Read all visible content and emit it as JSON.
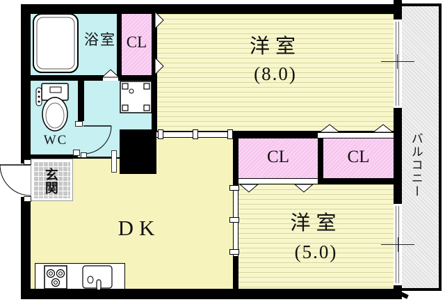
{
  "plan": {
    "rooms": {
      "bathroom": {
        "label": "浴室"
      },
      "closet_top": {
        "label": "CL"
      },
      "room8": {
        "label": "洋室",
        "size": "(8.0)"
      },
      "wc": {
        "label": "WC"
      },
      "entrance": {
        "label": "玄関"
      },
      "dk": {
        "label": "DK"
      },
      "closet_a": {
        "label": "CL"
      },
      "closet_b": {
        "label": "CL"
      },
      "room5": {
        "label": "洋室",
        "size": "(5.0)"
      },
      "balcony": {
        "label": "バルコニー"
      }
    },
    "colors": {
      "wall": "#000000",
      "wet_area": "#c6f0f2",
      "closet": "#f7c6ef",
      "flooring": "#f8f7cc",
      "dining_kitchen": "#f7f3bd",
      "entrance_tile": "#c8c8c8",
      "balcony": "#efefef"
    },
    "fixtures": [
      "bathtub",
      "toilet",
      "washing-machine-pan",
      "gas-stove",
      "kitchen-sink",
      "sliding-partition",
      "closet-folding-doors",
      "entrance-door",
      "washroom-door",
      "balcony-windows"
    ]
  }
}
